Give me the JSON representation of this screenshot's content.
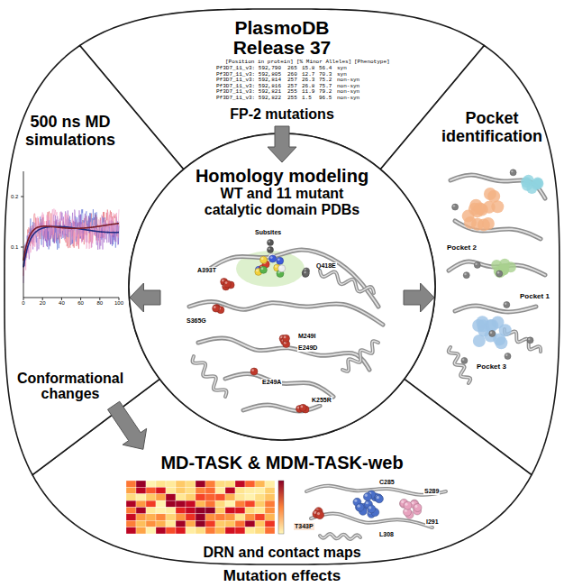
{
  "diagram": {
    "nodes": [
      {
        "text": [
          "PlasmoDB Release 37",
          "FP-2 mutations"
        ]
      },
      {
        "text": [
          "500 ns MD simulations",
          "Conformational changes"
        ]
      },
      {
        "text": [
          "Homology modeling",
          "WT and 11 mutant catalytic domain PDBs"
        ]
      },
      {
        "text": [
          "Pocket identification"
        ]
      },
      {
        "text": [
          "MD-TASK & MDM-TASK-web",
          "DRN and contact maps"
        ]
      }
    ],
    "edges": [
      {
        "from": 0,
        "to": 2,
        "arrow": "to"
      },
      {
        "from": 2,
        "to": 1,
        "arrow": "to"
      },
      {
        "from": 2,
        "to": 3,
        "arrow": "to"
      },
      {
        "from": 1,
        "to": 4,
        "arrow": "to"
      }
    ],
    "labels": [
      "[Position in protein]",
      "[% Minor Alleles]",
      "[Phenotype]",
      "Pf3D7_11_v3: 592,790",
      "265",
      "15.8",
      "56.4",
      "syn",
      "Pf3D7_11_v3: 592,805",
      "260",
      "12.7",
      "70.3",
      "syn",
      "Pf3D7_11_v3: 592,814",
      "257",
      "26.3",
      "75.2",
      "non-syn",
      "Pf3D7_11_v3: 592,816",
      "257",
      "26.8",
      "75.7",
      "non-syn",
      "Pf3D7_11_v3: 592,821",
      "255",
      "11.9",
      "79.2",
      "non-syn",
      "Pf3D7_11_v3: 592,822",
      "255",
      "1.5",
      "96.5",
      "non-syn",
      "Subsites",
      "Q418E",
      "A393T",
      "S365G",
      "M249I",
      "E249D",
      "E249A",
      "K255R",
      "Pocket 1",
      "Pocket 2",
      "Pocket 3",
      "0.2",
      "0.1",
      "0",
      "20",
      "40",
      "60",
      "80",
      "100",
      "C285",
      "S289",
      "I291",
      "L308",
      "T343P",
      "Mutation effects"
    ]
  }
}
